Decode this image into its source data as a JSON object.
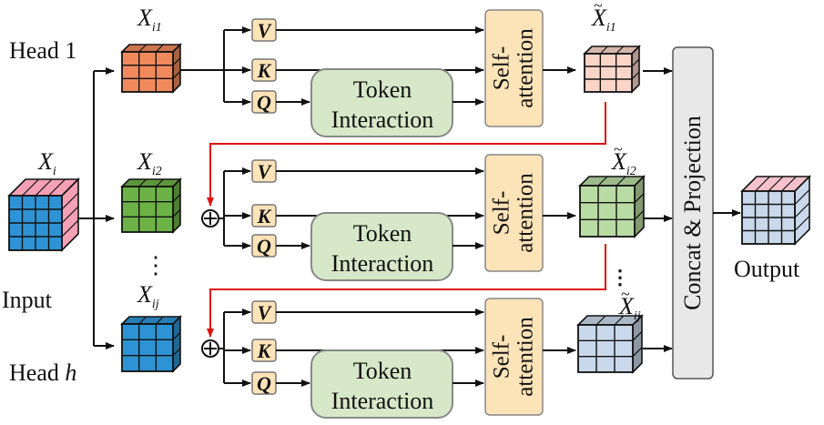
{
  "labels": {
    "head_first": "Head 1",
    "head_last_prefix": "Head ",
    "head_last_var": "h",
    "input": "Input",
    "output": "Output",
    "x_symbol": "X",
    "x_input_sub": "i",
    "x_head1_sub": "i1",
    "x_head2_sub": "i2",
    "x_headj_sub": "ij",
    "v": "V",
    "k": "K",
    "q": "Q",
    "token_line1": "Token",
    "token_line2": "Interaction",
    "self_line1": "Self-",
    "self_line2": "attention",
    "concat": "Concat & Projection",
    "vdots": "⋮",
    "plus": "+"
  },
  "colors": {
    "head1_block": "#f08a5d",
    "head2_block": "#6cb246",
    "headj_block": "#2e93d4",
    "input_front": "#2e93d4",
    "input_top": "#f5a0b5",
    "input_side": "#f5a0b5",
    "out1_block": "#fbd6c8",
    "out2_block": "#b9dba4",
    "outj_block": "#c9d8ea",
    "output_block": "#c9d8ea",
    "output_top": "#f5c2cc",
    "vkq_fill": "#fde3b8",
    "token_fill": "#d6e8c8",
    "self_fill": "#fde3b8",
    "concat_fill": "#e8e8e8",
    "residual_arrow": "#dd1111",
    "arrow": "#111111"
  }
}
